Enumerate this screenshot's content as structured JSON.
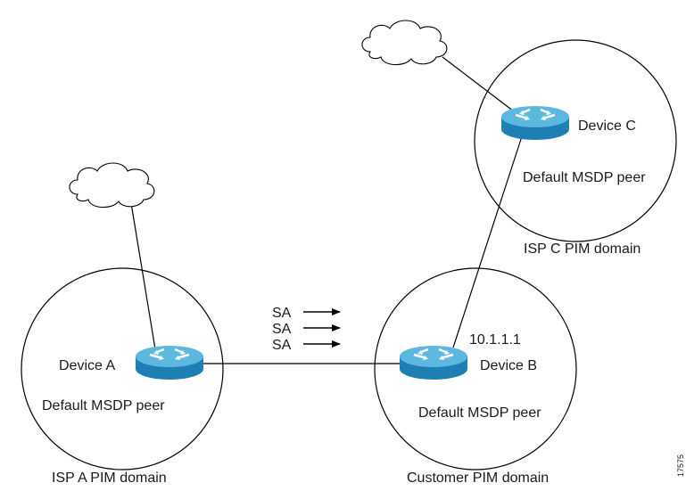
{
  "domains": {
    "a": {
      "label": "ISP A PIM domain"
    },
    "b": {
      "label": "Customer PIM domain"
    },
    "c": {
      "label": "ISP C PIM domain"
    }
  },
  "devices": {
    "a": {
      "label": "Device A",
      "role": "Default MSDP peer",
      "icon": "router-icon"
    },
    "b": {
      "label": "Device B",
      "role": "Default MSDP peer",
      "address": "10.1.1.1",
      "icon": "router-icon"
    },
    "c": {
      "label": "Device C",
      "role": "Default MSDP peer",
      "icon": "router-icon"
    }
  },
  "sa_messages": [
    "SA",
    "SA",
    "SA"
  ],
  "figure_id": "17575",
  "colors": {
    "router_top": "#5cb8df",
    "router_side": "#1e7fb4",
    "router_arrow": "#ffffff",
    "line": "#000000"
  }
}
